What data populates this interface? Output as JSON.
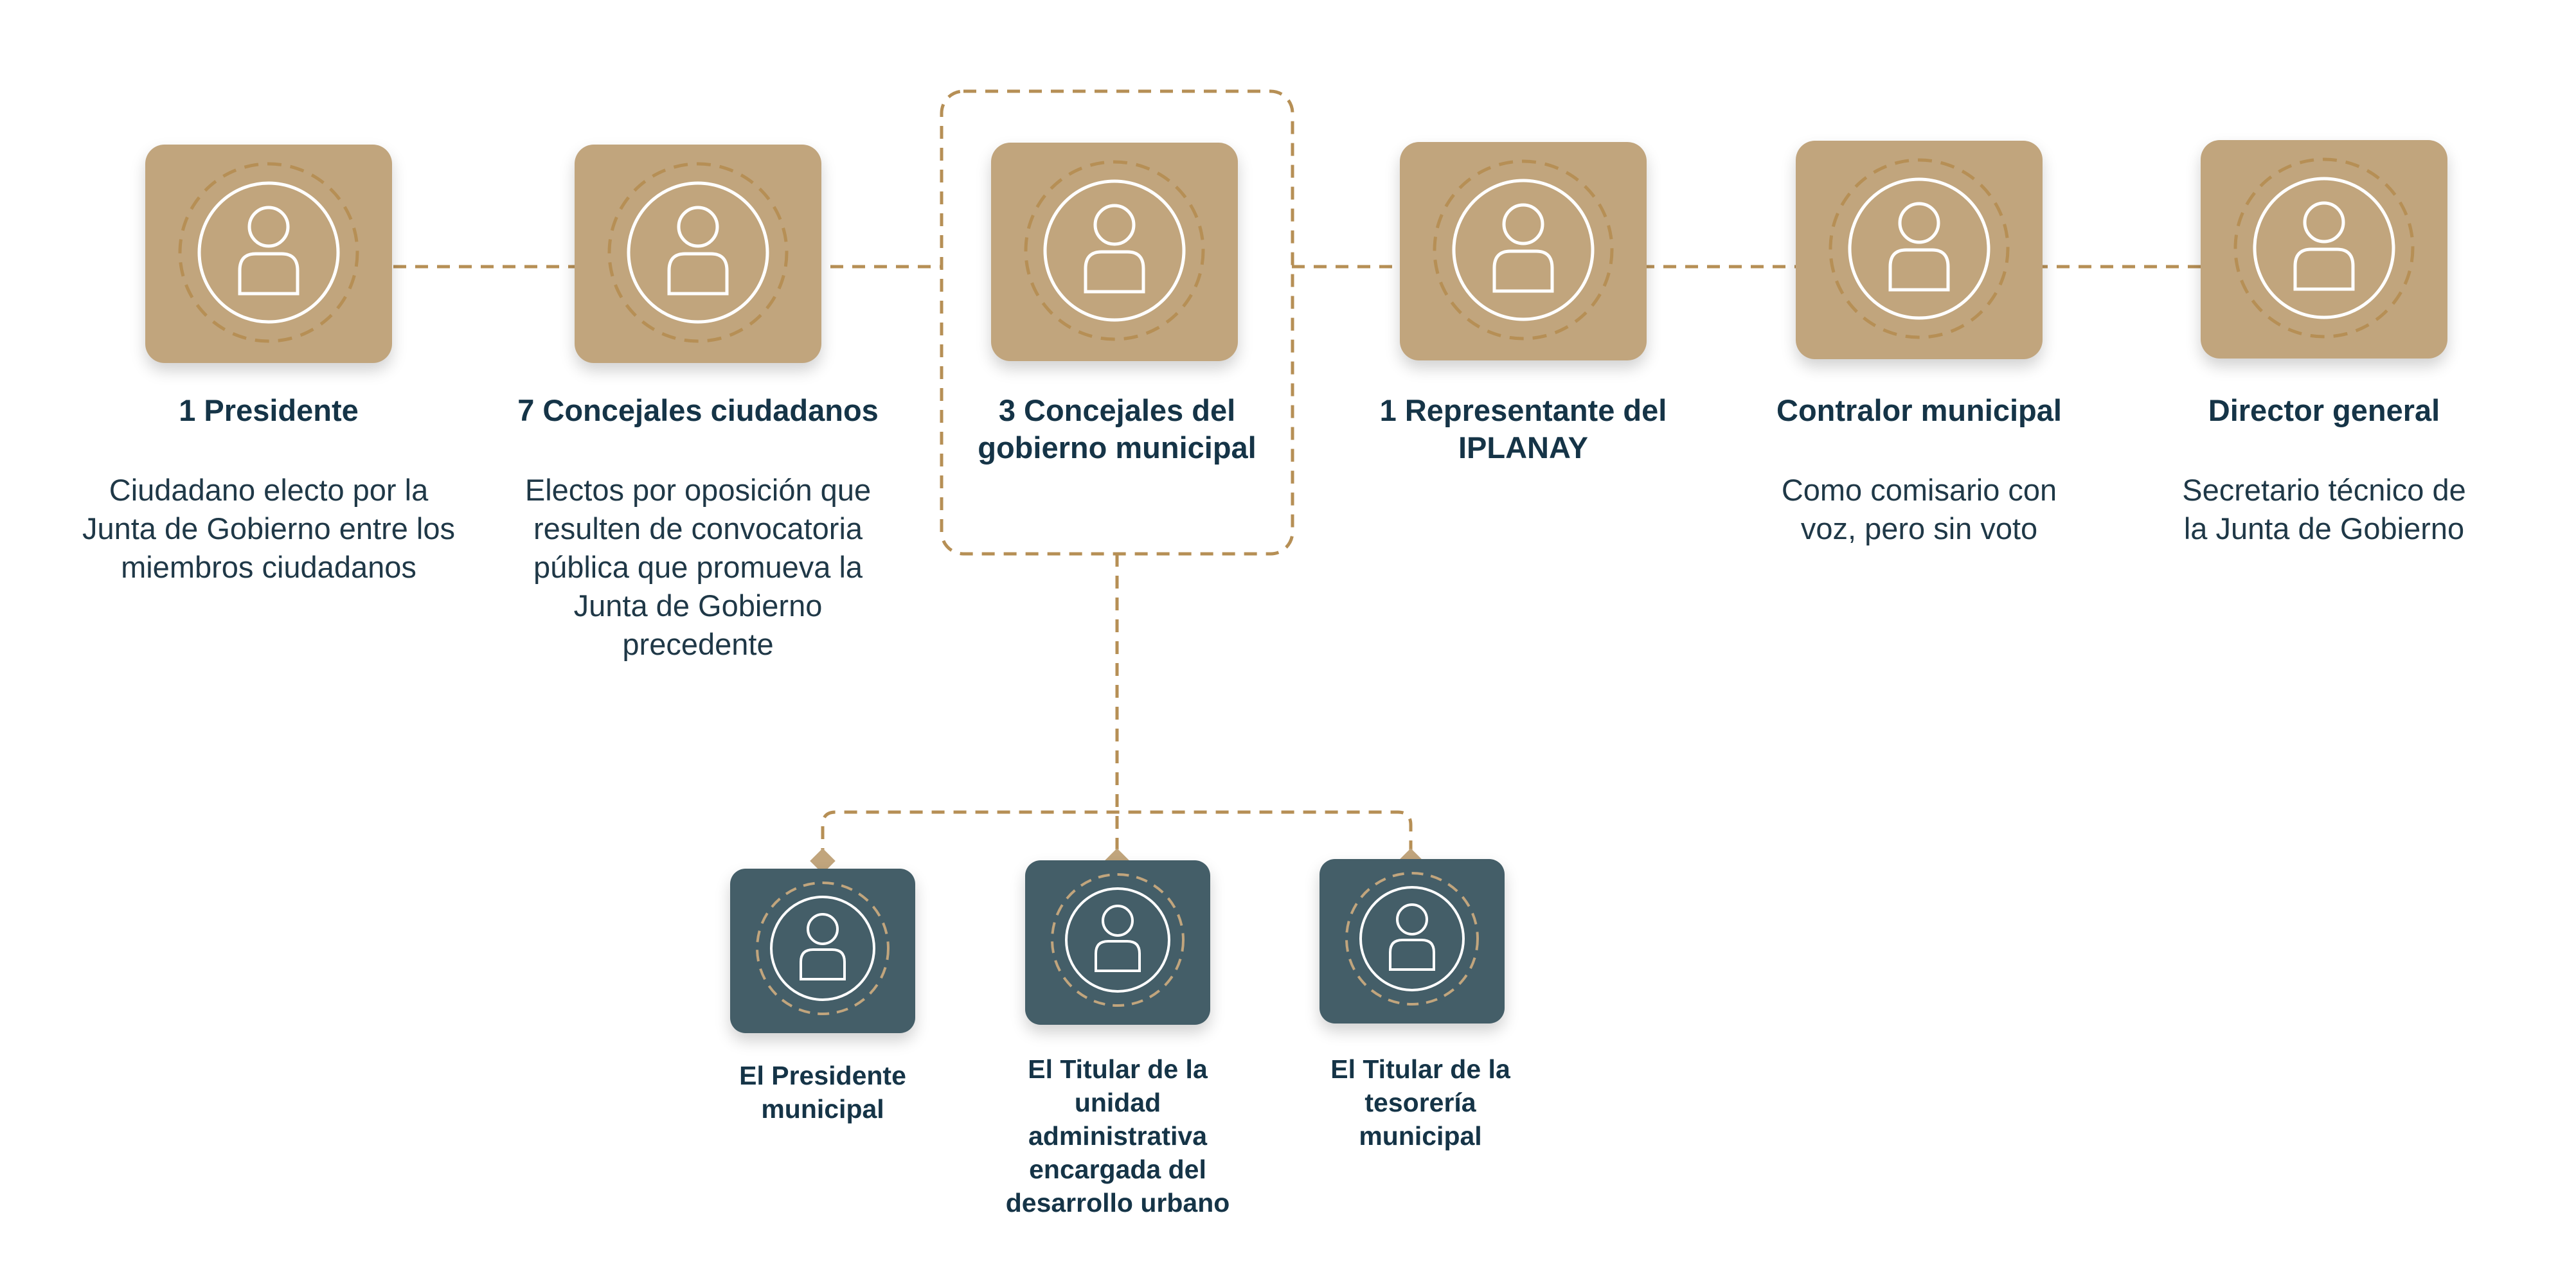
{
  "colors": {
    "tan": "#c1a57d",
    "slate": "#445e68",
    "connector": "#b68f55",
    "text": "#153447"
  },
  "board_members": [
    {
      "title": "1 Presidente",
      "description": "Ciudadano electo por la Junta de Gobierno entre los miembros ciudadanos",
      "icon": "user-icon"
    },
    {
      "title": "7 Concejales ciudadanos",
      "description": "Electos por oposición que resulten de convocatoria pública que promueva la Junta de Gobierno precedente",
      "icon": "user-icon"
    },
    {
      "title": "3 Concejales del gobierno municipal",
      "description": "",
      "icon": "user-icon",
      "highlighted": true
    },
    {
      "title": "1 Representante del IPLANAY",
      "description": "",
      "icon": "user-icon"
    },
    {
      "title": "Contralor municipal",
      "description": "Como comisario con voz, pero sin voto",
      "icon": "user-icon"
    },
    {
      "title": "Director general",
      "description": "Secretario técnico de la Junta de Gobierno",
      "icon": "user-icon"
    }
  ],
  "municipal_council_members": [
    {
      "title": "El Presidente municipal",
      "icon": "user-icon"
    },
    {
      "title": "El Titular de la unidad administrativa encargada del desarrollo urbano",
      "icon": "user-icon"
    },
    {
      "title": "El Titular de la tesorería municipal",
      "icon": "user-icon"
    }
  ]
}
